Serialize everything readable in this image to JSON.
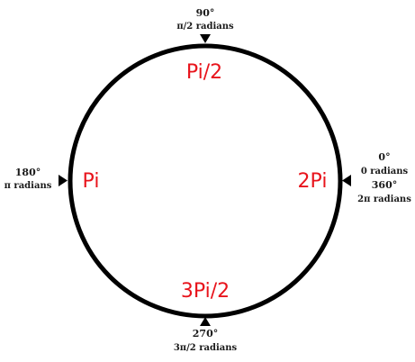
{
  "colors": {
    "circle": "#000000",
    "label_red": "#e8141c",
    "text": "#1a1a1a"
  },
  "circle_labels": {
    "top": "Pi/2",
    "left": "Pi",
    "right": "2Pi",
    "bottom": "3Pi/2"
  },
  "marks": {
    "top": {
      "degrees": "90°",
      "radians": "π/2 radians"
    },
    "left": {
      "degrees": "180°",
      "radians": "π radians"
    },
    "right": {
      "degrees_start": "0°",
      "radians_start": "0 radians",
      "degrees_end": "360°",
      "radians_end": "2π radians"
    },
    "bottom": {
      "degrees": "270°",
      "radians": "3π/2 radians"
    }
  }
}
